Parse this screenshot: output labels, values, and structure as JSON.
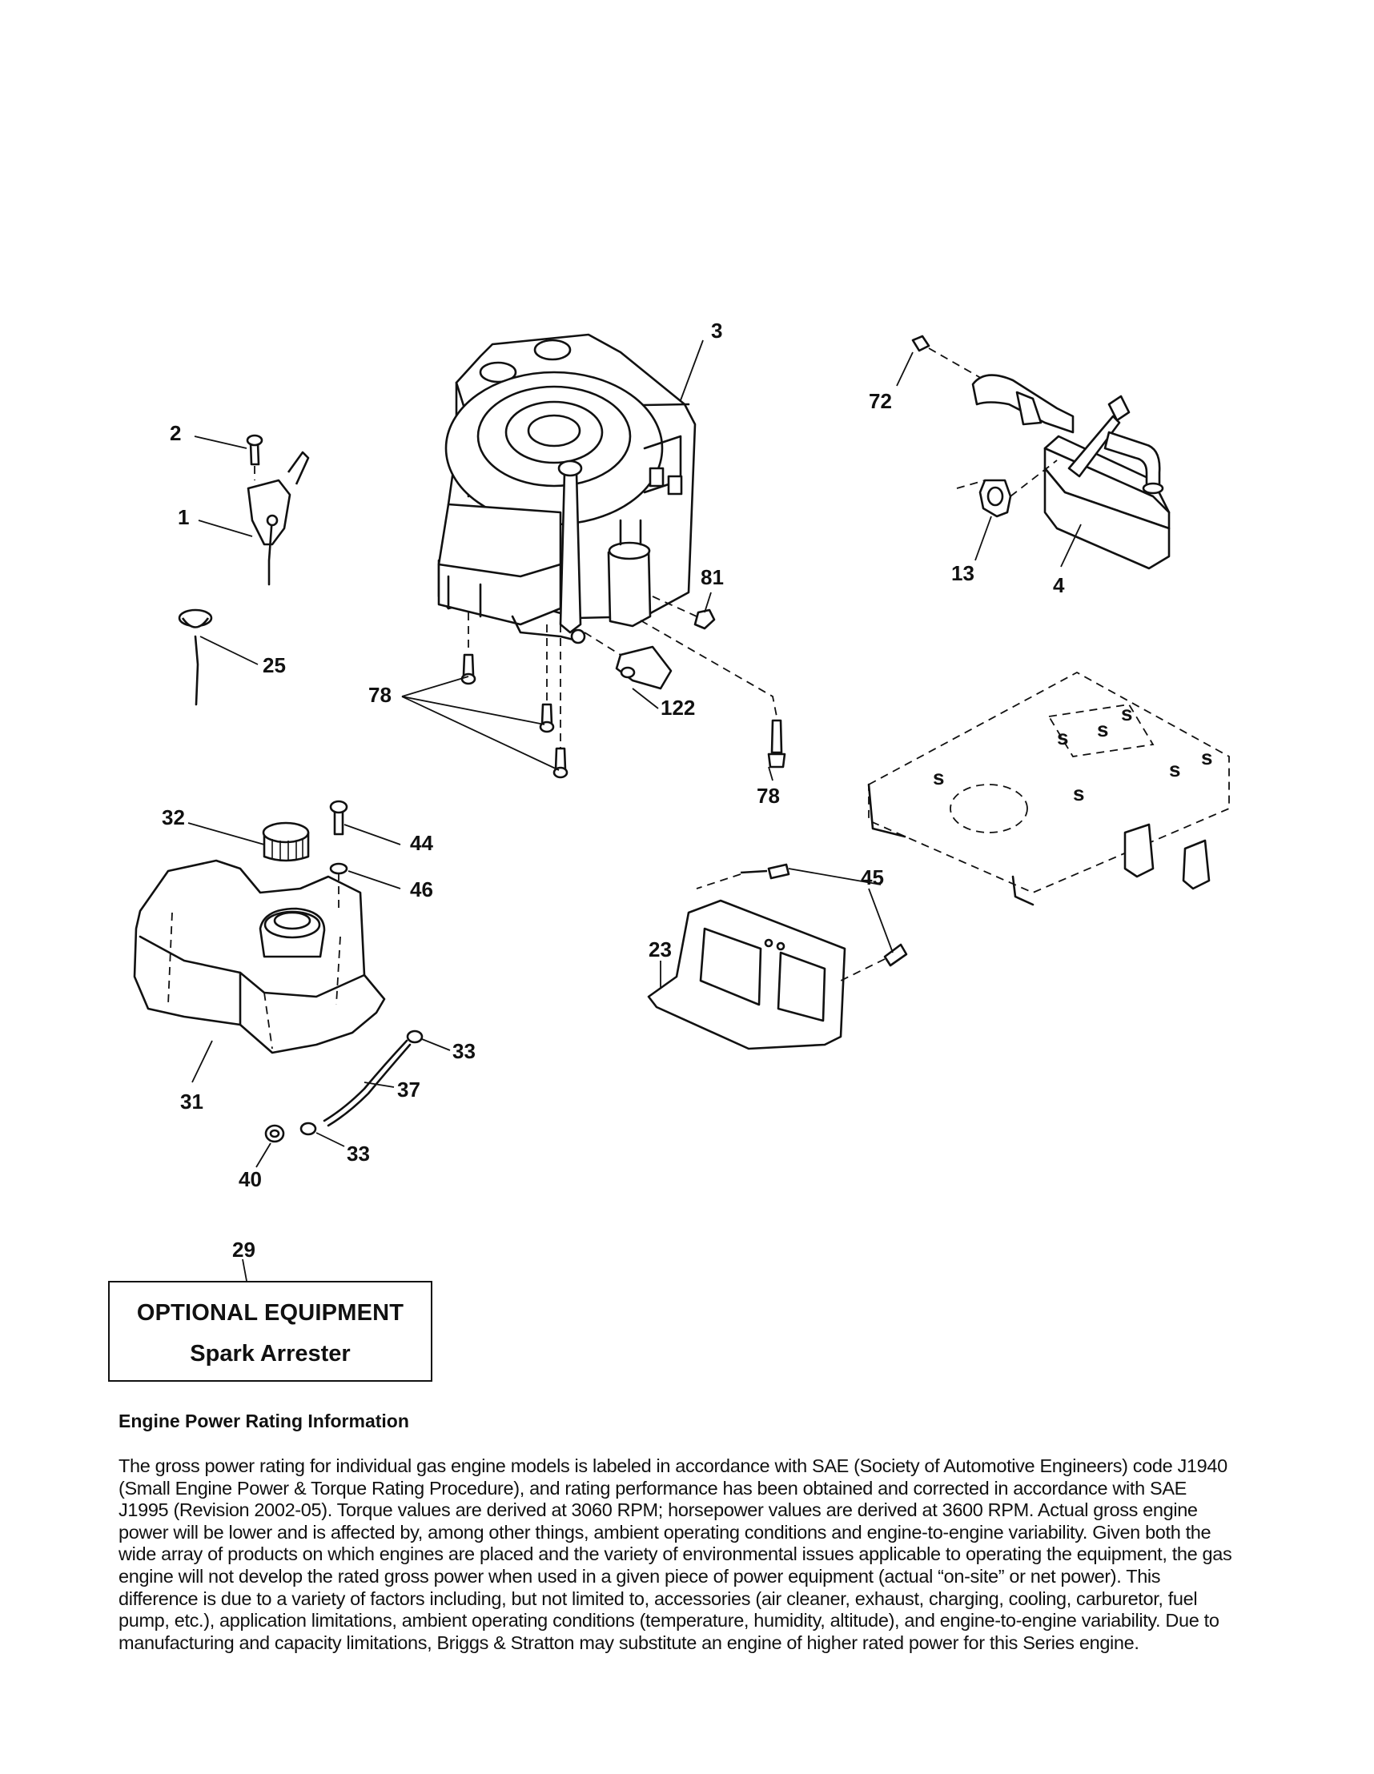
{
  "diagram": {
    "callouts": {
      "c1": "1",
      "c2": "2",
      "c3": "3",
      "c4": "4",
      "c13": "13",
      "c23": "23",
      "c25": "25",
      "c29": "29",
      "c31": "31",
      "c32": "32",
      "c33a": "33",
      "c33b": "33",
      "c37": "37",
      "c40": "40",
      "c44": "44",
      "c45": "45",
      "c46": "46",
      "c72": "72",
      "c78a": "78",
      "c78b": "78",
      "c81": "81",
      "c122": "122"
    }
  },
  "optional_equipment": {
    "title": "OPTIONAL EQUIPMENT",
    "item": "Spark Arrester"
  },
  "rating_info": {
    "heading": "Engine Power Rating Information",
    "body": "The gross power rating for individual gas engine models is labeled in accordance with SAE (Society of Automotive Engineers) code J1940 (Small Engine Power & Torque Rating Procedure), and rating performance has been obtained and corrected in accordance with SAE J1995 (Revision 2002-05). Torque values are derived at 3060 RPM; horsepower values are derived at 3600 RPM. Actual gross engine power will be lower and is affected by, among other things, ambient operating conditions and engine-to-engine variability. Given both the wide array of products on which engines are placed and the variety of environmental issues applicable to operating the equipment, the gas engine will not develop the rated gross power when used in a given piece of power equipment (actual “on-site” or net power). This difference is due to a variety of factors including, but not limited to, accessories (air cleaner, exhaust, charging, cooling, carburetor, fuel pump, etc.), application limitations, ambient operating conditions (temperature, humidity, altitude), and engine-to-engine variability. Due to manufacturing and capacity limitations, Briggs & Stratton may substitute an engine of higher rated power for this Series engine."
  }
}
